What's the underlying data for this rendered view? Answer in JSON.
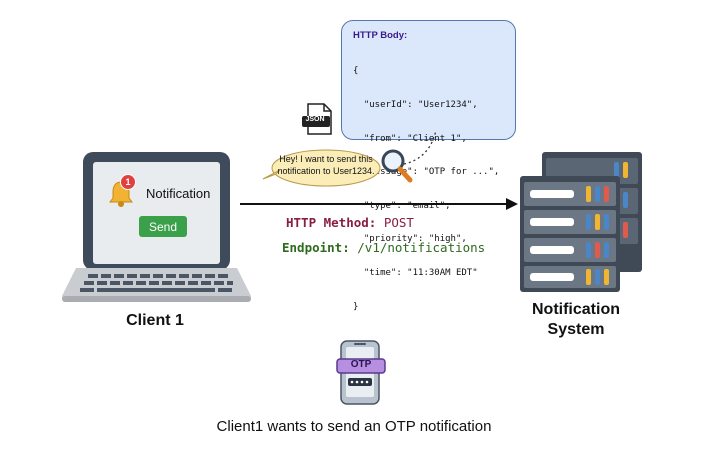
{
  "client": {
    "label": "Client 1",
    "notification_label": "Notification",
    "badge_count": "1",
    "send_label": "Send"
  },
  "request": {
    "method_key": "HTTP Method:",
    "method_value": "POST",
    "endpoint_key": "Endpoint:",
    "endpoint_value": "/v1/notifications"
  },
  "body": {
    "title": "HTTP Body:",
    "lines": [
      "{",
      "  \"userId\": \"User1234\",",
      "  \"from\": \"Client 1\",",
      "  \"message\": \"OTP for ...\",",
      "  \"type\": \"email\",",
      "  \"priority\": \"high\",",
      "  \"time\": \"11:30AM EDT\"",
      "}"
    ]
  },
  "json_file_label": "JSON",
  "bubble": {
    "text": "Hey! I want to send this notification to User1234."
  },
  "server": {
    "label_line1": "Notification",
    "label_line2": "System"
  },
  "otp_label": "OTP",
  "caption": "Client1 wants to send an OTP notification"
}
